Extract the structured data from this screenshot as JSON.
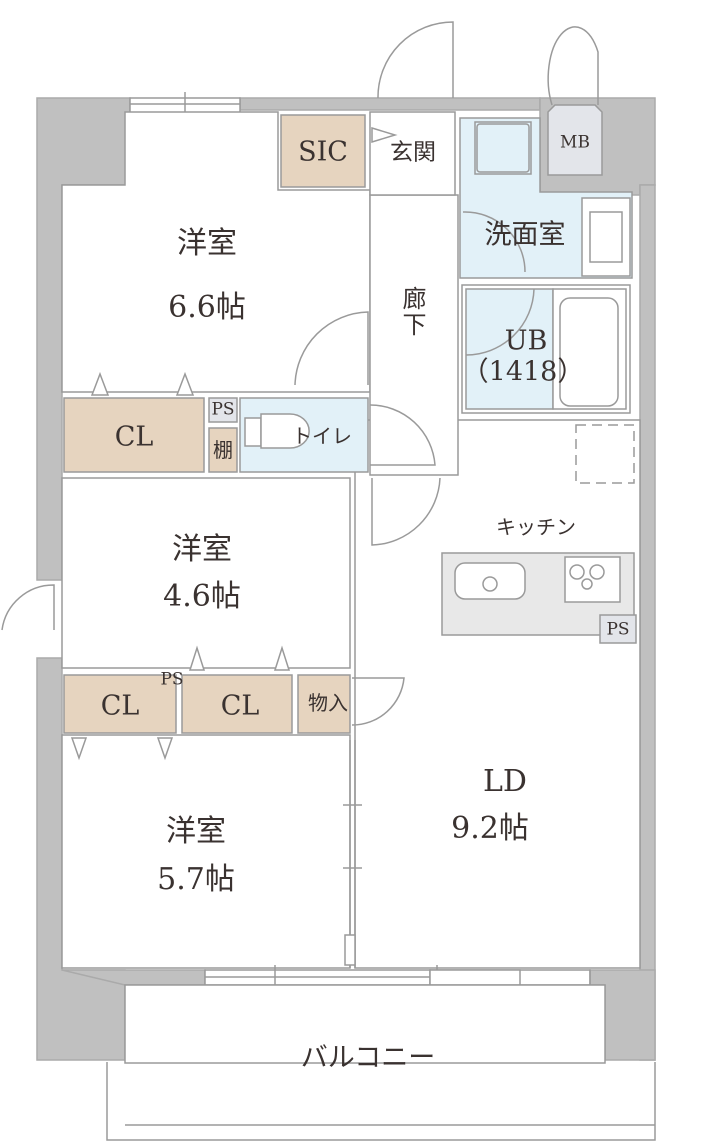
{
  "floor_plan": {
    "rooms": [
      {
        "id": "western-1",
        "name": "洋室",
        "size": "6.6帖"
      },
      {
        "id": "western-2",
        "name": "洋室",
        "size": "4.6帖"
      },
      {
        "id": "western-3",
        "name": "洋室",
        "size": "5.7帖"
      },
      {
        "id": "ld",
        "name": "LD",
        "size": "9.2帖"
      }
    ],
    "labels": {
      "sic": "SIC",
      "entrance": "玄関",
      "mb": "MB",
      "washroom": "洗面室",
      "hallway": "廊下",
      "ub": "UB",
      "ub_size": "（1418）",
      "toilet": "トイレ",
      "shelf": "棚",
      "ps_top": "PS",
      "ps_mid": "PS",
      "ps_kitchen": "PS",
      "cl_1": "CL",
      "cl_2": "CL",
      "cl_3": "CL",
      "storage": "物入",
      "kitchen": "キッチン",
      "balcony": "バルコニー"
    },
    "colors": {
      "wall": "#c0c0c0",
      "storage_fill": "#e6d4bf",
      "wet_fill": "#e2f1f8",
      "mb_fill": "#e3e5ea",
      "counter_fill": "#e8e8e8",
      "line": "#9a9a9a",
      "text": "#3a3230"
    }
  }
}
